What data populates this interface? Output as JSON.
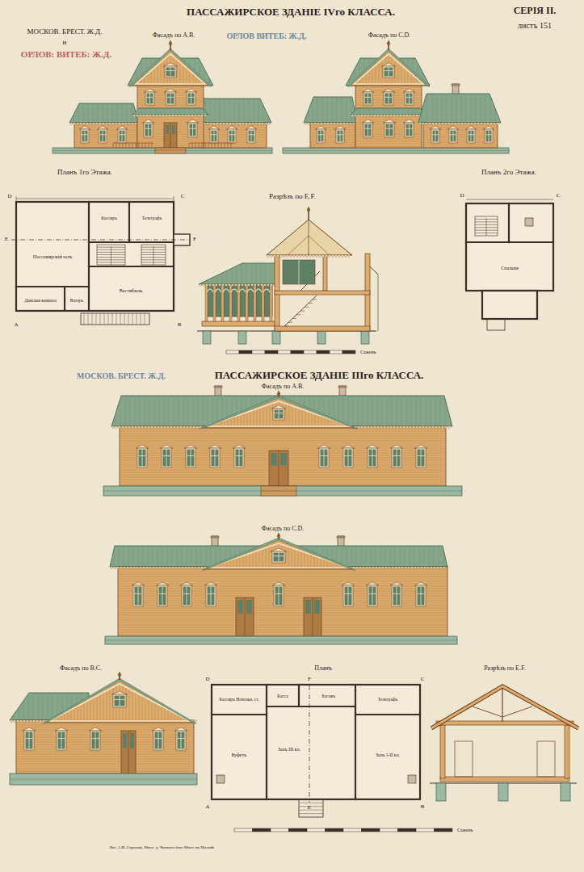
{
  "diagram": {
    "title": "ПАССАЖИРСКОЕ ЗДАНІЕ IVго КЛАССА.",
    "labels": [
      "СЕРІЯ II.",
      "листъ 151",
      "МОСКОВ. БРЕСТ. Ж.Д.",
      "и",
      "ОРЛОВ: ВИТЕБ: Ж.Д.",
      "ОРЛОВ ВИТЕБ: Ж.Д.",
      "Фасадъ по A.B.",
      "Фасадъ по C.D.",
      "Планъ 1го Этажа.",
      "Разрѣзъ по E.F.",
      "Планъ 2го Этажа.",
      "D",
      "C",
      "E",
      "F",
      "A",
      "B",
      "Пассажирскій залъ",
      "Кассиръ",
      "Телеграфъ",
      "Вестибюль",
      "Дамская комната",
      "Ватеръ",
      "D",
      "C",
      "Спальня",
      "Саженъ",
      "МОСКОВ. БРЕСТ. Ж.Д.",
      "ПАССАЖИРСКОЕ ЗДАНІЕ IIIго КЛАССА.",
      "Фасадъ по A.B.",
      "Фасадъ по C.D.",
      "Фасадъ по B.C.",
      "Планъ",
      "Разрѣзъ по E.F.",
      "D",
      "F",
      "C",
      "A",
      "E",
      "B",
      "Кассиръ Начальн. ст.",
      "Касса",
      "Багажъ",
      "Телеграфъ",
      "Буфетъ",
      "Залъ III кл.",
      "Залъ I-II кл.",
      "Саженъ",
      "Лит. А.И. Страхова, Мясн. д. Чаплина близ Мясн. въ Москвѣ"
    ]
  }
}
